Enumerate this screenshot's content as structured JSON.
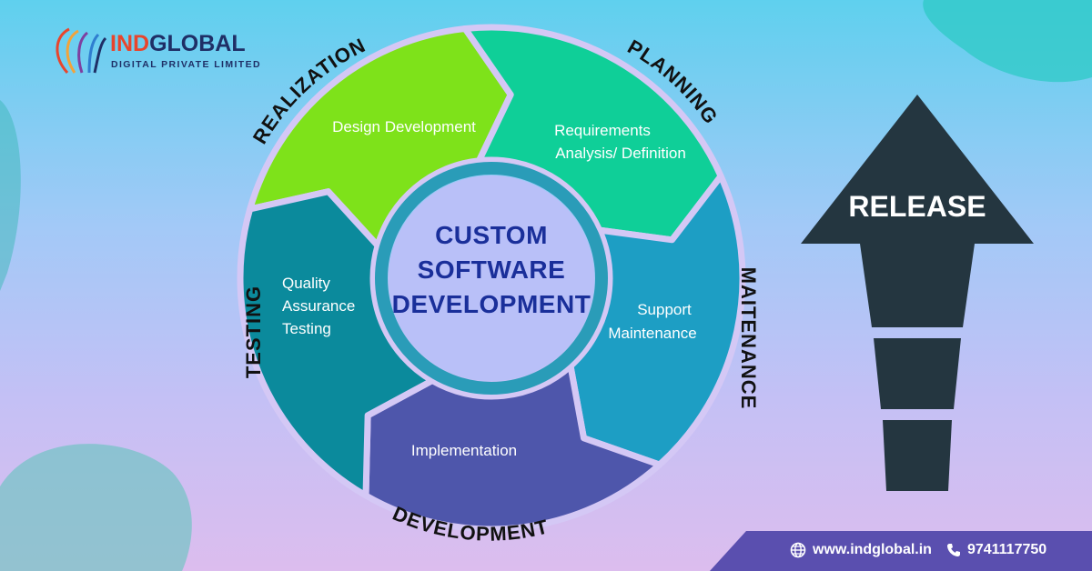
{
  "brand": {
    "name_accent": "IND",
    "name_rest": "GLOBAL",
    "tagline": "DIGITAL PRIVATE LIMITED"
  },
  "diagram": {
    "center": {
      "lines": [
        "CUSTOM",
        "SOFTWARE",
        "DEVELOPMENT"
      ]
    },
    "stages": [
      {
        "ring_label": "PLANNING",
        "lines": [
          "Requirements",
          "Analysis/ Definition"
        ],
        "color": "#7ee21a"
      },
      {
        "ring_label": "MAITENANCE",
        "lines": [
          "Support",
          "Maintenance"
        ],
        "color": "#0fcf98"
      },
      {
        "ring_label": "DEVELOPMENT",
        "lines": [
          "Implementation"
        ],
        "color": "#1d9ec4"
      },
      {
        "ring_label": "TESTING",
        "lines": [
          "Quality",
          "Assurance",
          "Testing"
        ],
        "color": "#4e56ab"
      },
      {
        "ring_label": "REALIZATION",
        "lines": [
          "Design Development"
        ],
        "color": "#0b8a9c"
      }
    ]
  },
  "release": {
    "label": "RELEASE",
    "color": "#243640"
  },
  "contact": {
    "website": "www.indglobal.in",
    "phone": "9741117750",
    "website_icon": "globe-icon",
    "phone_icon": "phone-icon"
  }
}
